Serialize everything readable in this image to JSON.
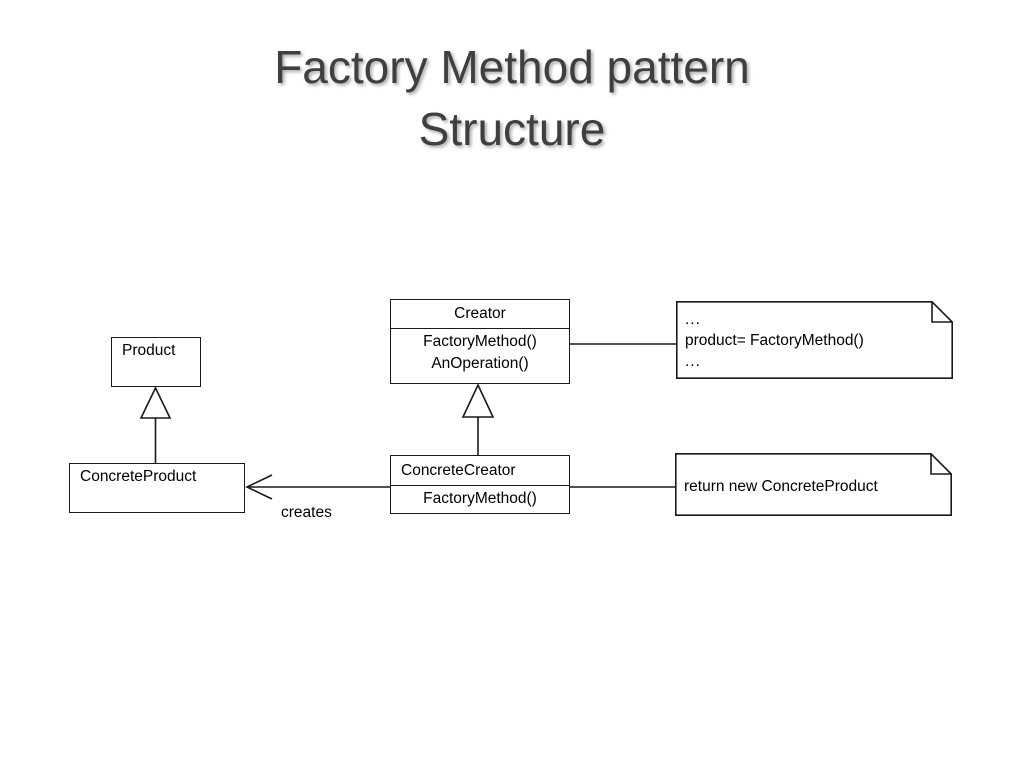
{
  "slide": {
    "title_line1": "Factory Method pattern",
    "title_line2": "Structure",
    "title_color": "#3f3f3f",
    "background_color": "#ffffff"
  },
  "diagram": {
    "type": "uml-class-diagram",
    "line_color": "#1a1a1a",
    "classes": [
      {
        "id": "product",
        "name": "Product",
        "operations": []
      },
      {
        "id": "concrete-product",
        "name": "ConcreteProduct",
        "operations": []
      },
      {
        "id": "creator",
        "name": "Creator",
        "operations": [
          "FactoryMethod()",
          "AnOperation()"
        ]
      },
      {
        "id": "concrete-creator",
        "name": "ConcreteCreator",
        "operations": [
          "FactoryMethod()"
        ]
      }
    ],
    "notes": [
      {
        "id": "note-creator",
        "attached_to": "creator",
        "lines": [
          "...",
          "product= FactoryMethod()",
          "..."
        ]
      },
      {
        "id": "note-concrete-creator",
        "attached_to": "concrete-creator",
        "lines": [
          "return new ConcreteProduct"
        ]
      }
    ],
    "relationships": [
      {
        "id": "product-generalization",
        "kind": "generalization",
        "from": "concrete-product",
        "to": "product",
        "label": ""
      },
      {
        "id": "creator-generalization",
        "kind": "generalization",
        "from": "concrete-creator",
        "to": "creator",
        "label": ""
      },
      {
        "id": "creates-dependency",
        "kind": "association-arrow",
        "from": "concrete-creator",
        "to": "concrete-product",
        "label": "creates"
      }
    ]
  }
}
